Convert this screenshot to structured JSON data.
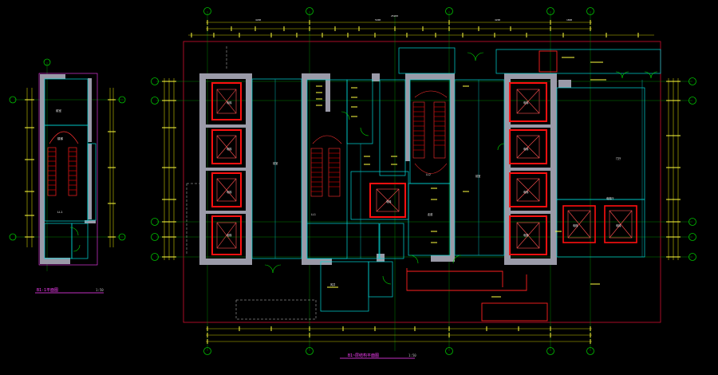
{
  "drawing": {
    "background": "#000000",
    "colors": {
      "axis": "#00c000",
      "dimension": "#c8c800",
      "wall": "#9a9aa8",
      "partition": "#00d8d8",
      "elevator_cage": "#ff1010",
      "boundary": "#d01030",
      "title": "#ff40ff",
      "door": "#00e000",
      "text": "#f0f0f0"
    },
    "captions": {
      "main_plan": "B1~层结构平面图",
      "main_plan_scale": "1:50",
      "side_plan": "B1-1平面图",
      "side_plan_scale": "1:50"
    }
  }
}
